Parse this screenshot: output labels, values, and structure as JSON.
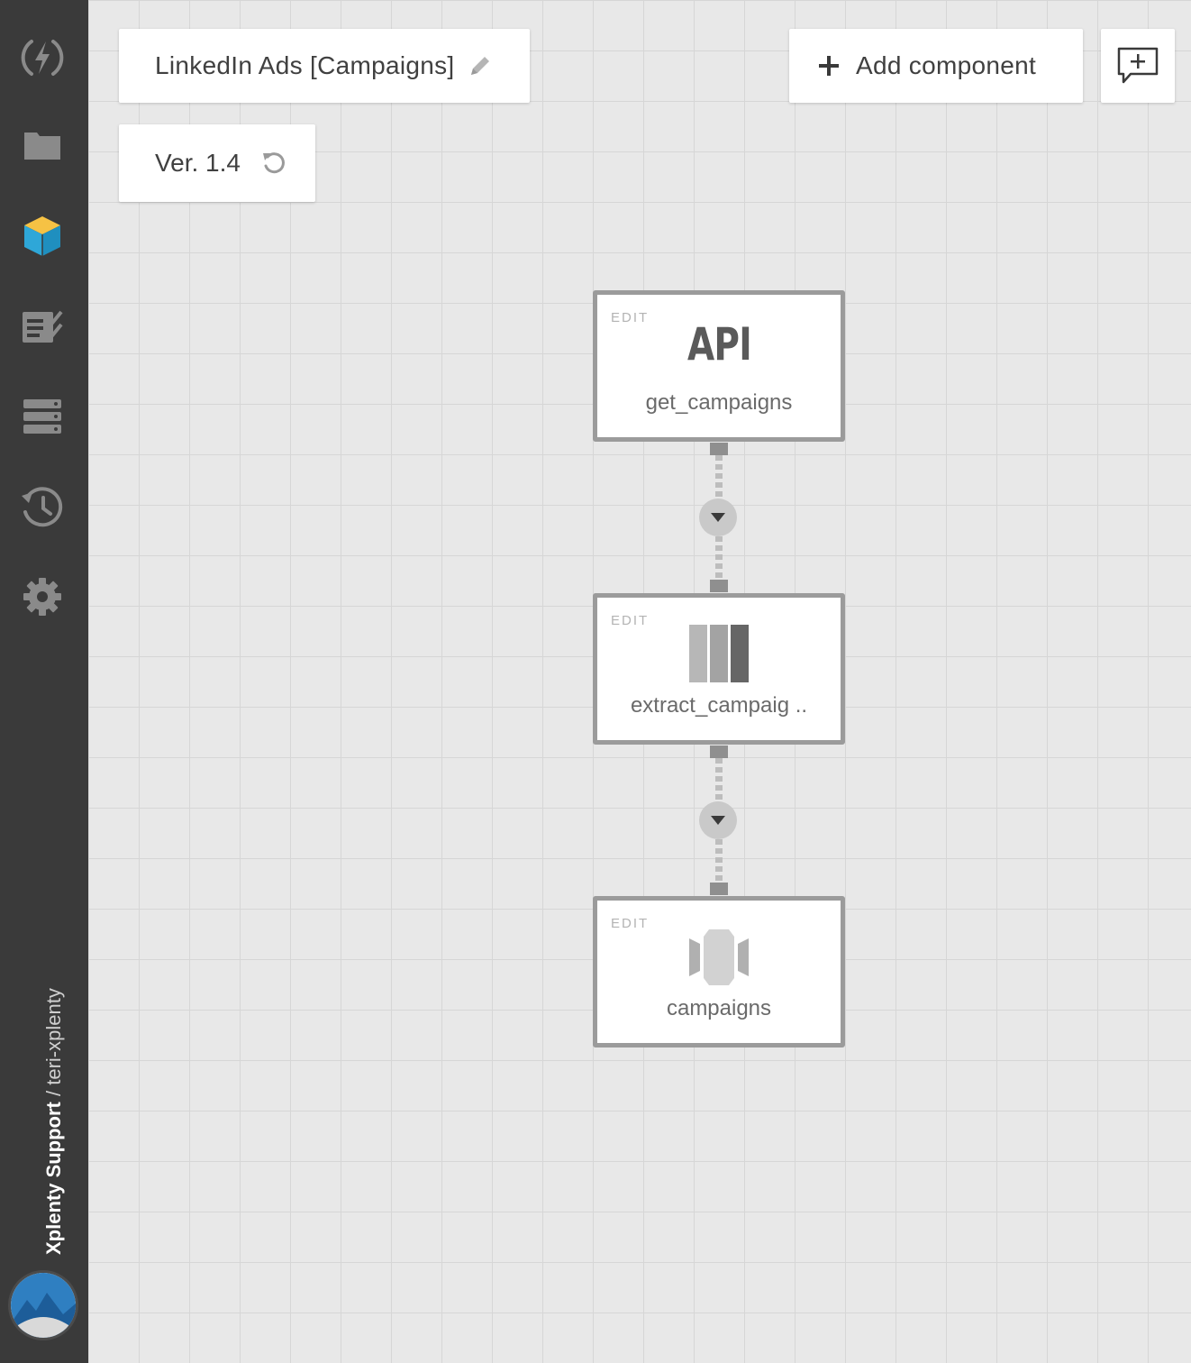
{
  "sidebar": {
    "items": [
      {
        "icon": "lightning-icon"
      },
      {
        "icon": "folder-icon"
      },
      {
        "icon": "package-icon",
        "active": true
      },
      {
        "icon": "jobs-checklist-icon"
      },
      {
        "icon": "clusters-icon"
      },
      {
        "icon": "history-clock-icon"
      },
      {
        "icon": "gear-icon"
      }
    ],
    "account_name": "Xplenty Support",
    "separator": " / ",
    "user_name": "teri-xplenty"
  },
  "header": {
    "package_title": "LinkedIn Ads [Campaigns]",
    "version": "Ver. 1.4",
    "add_component_label": "Add component",
    "add_icon": "plus-icon",
    "note_icon": "add-note-icon"
  },
  "pipeline": {
    "edit_label": "EDIT",
    "components": [
      {
        "type": "API",
        "name": "get_campaigns"
      },
      {
        "type": "select",
        "name": "extract_campaig .."
      },
      {
        "type": "destination",
        "name": "campaigns"
      }
    ]
  },
  "colors": {
    "sidebar_bg": "#3a3a3a",
    "canvas_bg": "#e8e8e8",
    "grid_line": "#d6d6d6",
    "component_border": "#9b9b9b",
    "package_icon_yellow": "#f6c244",
    "package_icon_blue": "#2ea7d8"
  }
}
